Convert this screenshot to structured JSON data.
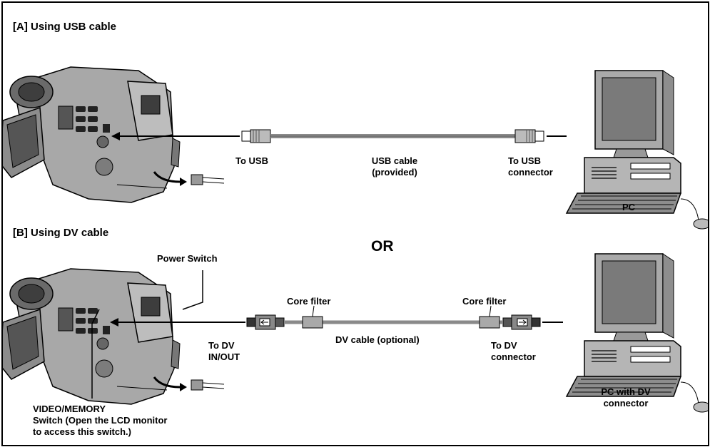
{
  "section_a": {
    "title": "[A] Using USB cable",
    "to_usb": "To USB",
    "cable_line1": "USB cable",
    "cable_line2": "(provided)",
    "to_usb_connector_line1": "To USB",
    "to_usb_connector_line2": "connector",
    "pc": "PC"
  },
  "section_b": {
    "title": "[B] Using DV cable",
    "or": "OR",
    "power_switch": "Power Switch",
    "core_filter_left": "Core filter",
    "core_filter_right": "Core filter",
    "to_dv_line1": "To DV",
    "to_dv_line2": "IN/OUT",
    "cable": "DV cable (optional)",
    "to_dv_connector_line1": "To DV",
    "to_dv_connector_line2": "connector",
    "video_memory_line1": "VIDEO/MEMORY",
    "video_memory_line2": "Switch (Open the LCD monitor",
    "video_memory_line3": "to access this switch.)",
    "pc_line1": "PC with DV",
    "pc_line2": "connector"
  },
  "colors": {
    "ink": "#000000",
    "body_gray": "#9a9a9a",
    "screen_gray": "#6f6f6f",
    "cable_gray": "#8a8a8a"
  },
  "icons": [
    "camcorder-icon",
    "pc-icon",
    "usb-plug-icon",
    "dv-plug-icon",
    "ac-adapter-plug-icon",
    "arrow-icon"
  ]
}
